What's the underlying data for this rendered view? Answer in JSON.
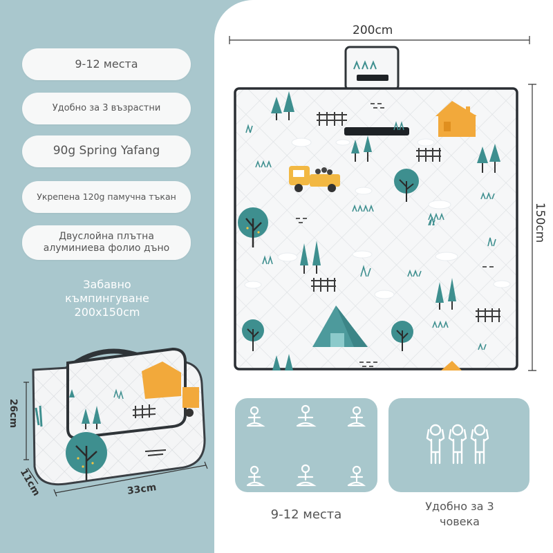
{
  "features": [
    {
      "label": "9-12 места"
    },
    {
      "label": "Удобно за 3 възрастни"
    },
    {
      "label": "90g Spring Yafang"
    },
    {
      "label": "Укрепена 120g памучна тъкан"
    },
    {
      "label": "Двуслойна плътна алуминиева фолио дъно"
    }
  ],
  "fun_text": "Забавно къмпингуване 200x150cm",
  "dimensions": {
    "width": "200cm",
    "height": "150cm",
    "roll_height": "26cm",
    "roll_depth": "11cm",
    "roll_length": "33cm"
  },
  "panels": {
    "seats_caption": "9-12 места",
    "adults_caption": "Удобно за 3 човека"
  },
  "colors": {
    "background": "#a9c7cd",
    "panel": "#a8c7cc",
    "tree": "#3e8f8f",
    "house": "#f2a93b",
    "tent": "#4d9a9c"
  }
}
